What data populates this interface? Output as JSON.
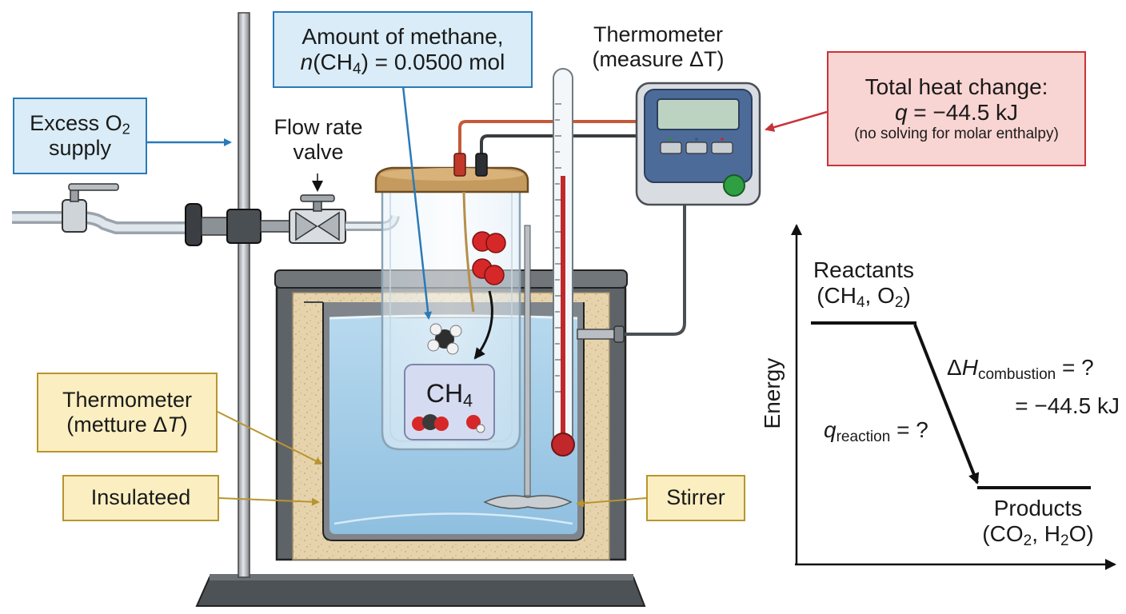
{
  "callouts": {
    "oxygen_supply": {
      "line1_pre": "Excess O",
      "line1_sub": "2",
      "line2": "supply"
    },
    "methane_amount": {
      "line1": "Amount of methane,",
      "n_var": "n",
      "n_paren": "(CH",
      "n_sub": "4",
      "n_rest": ") = 0.0500 mol"
    },
    "flow_valve": {
      "line1": "Flow rate",
      "line2": "valve"
    },
    "thermometer_top": {
      "line1": "Thermometer",
      "line2_pre": "(measure ΔT",
      "line2_var": "",
      "line2_post": ")"
    },
    "total_heat": {
      "line1": "Total heat change:",
      "q_var": "q",
      "q_value": " = −44.5 kJ",
      "note": "(no solving for molar enthalpy)"
    },
    "thermometer_left": {
      "line1": "Thermometer",
      "line2_pre": "(metture Δ",
      "line2_var": "T",
      "line2_post": ")"
    },
    "insulated": {
      "text": "Insulateed"
    },
    "stirrer": {
      "text": "Stirrer"
    },
    "chamber_formula": {
      "pre": "CH",
      "sub": "4"
    }
  },
  "energy_diagram": {
    "y_axis_label": "Energy",
    "reactants": {
      "title": "Reactants",
      "species_pre": "(CH",
      "species_sub1": "4",
      "species_mid": ", O",
      "species_sub2": "2",
      "species_post": ")"
    },
    "products": {
      "title": "Products",
      "species_pre": "(CO",
      "species_sub1": "2",
      "species_mid": ", H",
      "species_sub2": "2",
      "species_post": "O)"
    },
    "delta_h": {
      "pre": "Δ",
      "var": "H",
      "sub": "combustion",
      "post": " = ?"
    },
    "delta_h_value": "= −44.5 kJ",
    "q_reaction": {
      "var": "q",
      "sub": "reaction",
      "post": " = ?"
    }
  },
  "colors": {
    "water": "#a9cfe8",
    "insulation": "#e6d3ac",
    "pot": "#5e6368",
    "blue_accent": "#2a7ab8",
    "gold_accent": "#b8952f",
    "red_accent": "#c8333a",
    "thermometer_fluid": "#c0282c",
    "meter_body": "#4d6b98"
  }
}
